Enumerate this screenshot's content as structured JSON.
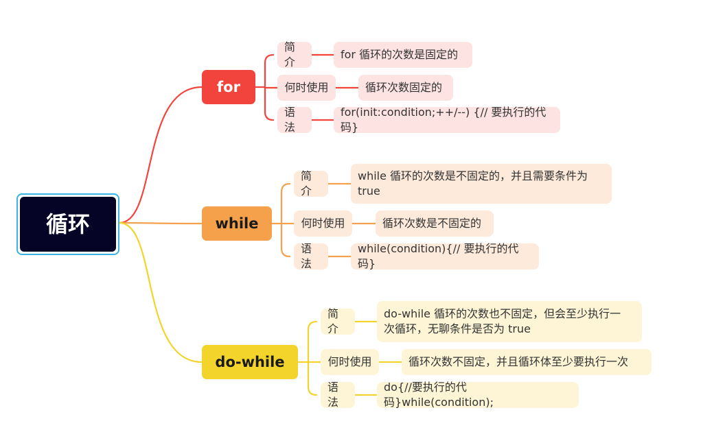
{
  "root": {
    "title": "循环"
  },
  "branches": [
    {
      "key": "for",
      "label": "for",
      "color": "#f2443c",
      "text_color": "#ffffff",
      "leaf_bg": "#fde3e1",
      "items": [
        {
          "label": "简介",
          "detail": "for 循环的次数是固定的"
        },
        {
          "label": "何时使用",
          "detail": "循环次数固定的"
        },
        {
          "label": "语法",
          "detail": "for(init:condition;++/--) {// 要执行的代码}"
        }
      ]
    },
    {
      "key": "while",
      "label": "while",
      "color": "#f5a04b",
      "text_color": "#1a1a1a",
      "leaf_bg": "#fdeadb",
      "items": [
        {
          "label": "简介",
          "detail": "while 循环的次数是不固定的，并且需要条件为\ntrue"
        },
        {
          "label": "何时使用",
          "detail": "循环次数是不固定的"
        },
        {
          "label": "语法",
          "detail": "while(condition){// 要执行的代码}"
        }
      ]
    },
    {
      "key": "do-while",
      "label": "do-while",
      "color": "#f2d42a",
      "text_color": "#1a1a1a",
      "leaf_bg": "#fdf5d5",
      "items": [
        {
          "label": "简介",
          "detail": "do-while 循环的次数也不固定，但会至少执行一\n次循环，无聊条件是否为 true"
        },
        {
          "label": "何时使用",
          "detail": "循环次数不固定，并且循环体至少要执行一次"
        },
        {
          "label": "语法",
          "detail": "do{//要执行的代码}while(condition);"
        }
      ]
    }
  ]
}
